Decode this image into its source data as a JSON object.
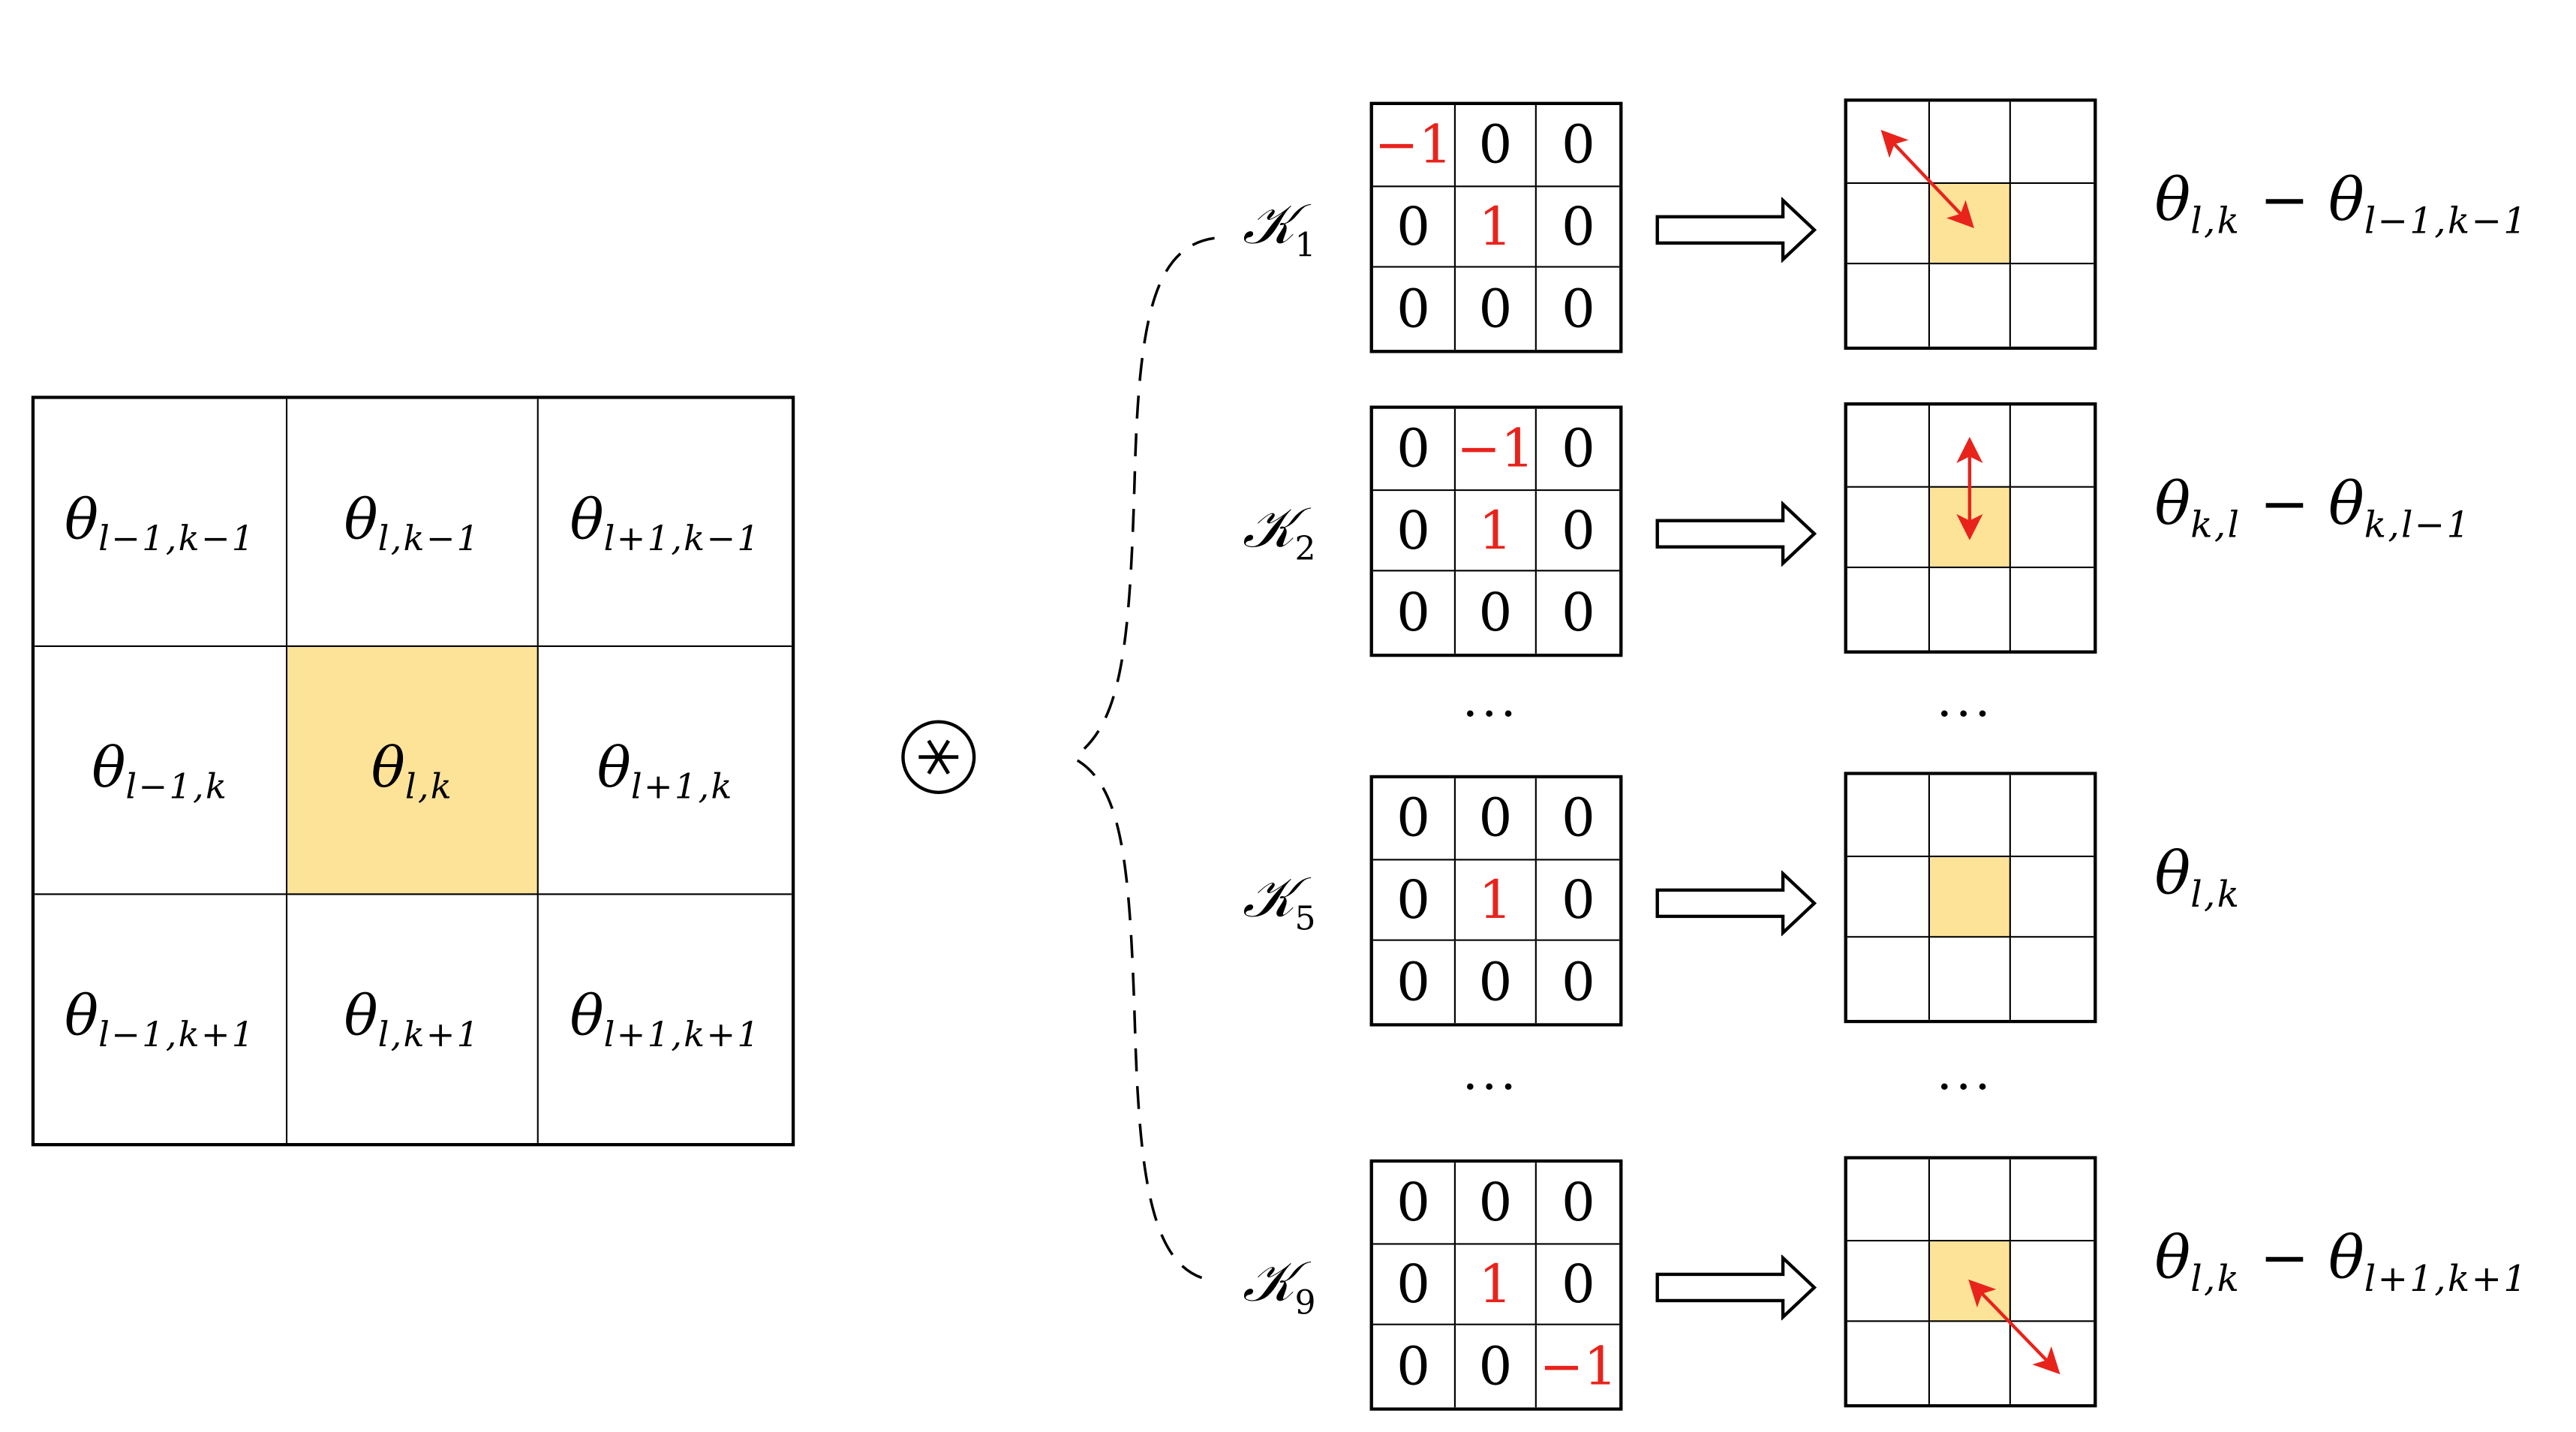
{
  "input_grid": {
    "highlight_color": "#fde398",
    "cells": [
      {
        "sym": "θ",
        "sub": "l−1,k−1",
        "highlight": false
      },
      {
        "sym": "θ",
        "sub": "l,k−1",
        "highlight": false
      },
      {
        "sym": "θ",
        "sub": "l+1,k−1",
        "highlight": false
      },
      {
        "sym": "θ",
        "sub": "l−1,k",
        "highlight": false
      },
      {
        "sym": "θ",
        "sub": "l,k",
        "highlight": true
      },
      {
        "sym": "θ",
        "sub": "l+1,k",
        "highlight": false
      },
      {
        "sym": "θ",
        "sub": "l−1,k+1",
        "highlight": false
      },
      {
        "sym": "θ",
        "sub": "l,k+1",
        "highlight": false
      },
      {
        "sym": "θ",
        "sub": "l+1,k+1",
        "highlight": false
      }
    ]
  },
  "operator": {
    "symbol": "∗",
    "name": "convolution"
  },
  "accent_color": "#e8231c",
  "ellipsis": "···",
  "kernels": [
    {
      "label": "𝒦",
      "index": "1",
      "values": [
        "−1",
        "0",
        "0",
        "0",
        "1",
        "0",
        "0",
        "0",
        "0"
      ],
      "red": [
        true,
        false,
        false,
        false,
        true,
        false,
        false,
        false,
        false
      ],
      "arrow": "diag-up-left",
      "result": {
        "sym1": "θ",
        "sub1": "l,k",
        "op": "−",
        "sym2": "θ",
        "sub2": "l−1,k−1"
      }
    },
    {
      "label": "𝒦",
      "index": "2",
      "values": [
        "0",
        "−1",
        "0",
        "0",
        "1",
        "0",
        "0",
        "0",
        "0"
      ],
      "red": [
        false,
        true,
        false,
        false,
        true,
        false,
        false,
        false,
        false
      ],
      "arrow": "vertical-up",
      "result": {
        "sym1": "θ",
        "sub1": "k,l",
        "op": "−",
        "sym2": "θ",
        "sub2": "k,l−1"
      }
    },
    {
      "label": "𝒦",
      "index": "5",
      "values": [
        "0",
        "0",
        "0",
        "0",
        "1",
        "0",
        "0",
        "0",
        "0"
      ],
      "red": [
        false,
        false,
        false,
        false,
        true,
        false,
        false,
        false,
        false
      ],
      "arrow": "none",
      "result": {
        "sym1": "θ",
        "sub1": "l,k",
        "op": "",
        "sym2": "",
        "sub2": ""
      }
    },
    {
      "label": "𝒦",
      "index": "9",
      "values": [
        "0",
        "0",
        "0",
        "0",
        "1",
        "0",
        "0",
        "0",
        "−1"
      ],
      "red": [
        false,
        false,
        false,
        false,
        true,
        false,
        false,
        false,
        true
      ],
      "arrow": "diag-down-right",
      "result": {
        "sym1": "θ",
        "sub1": "l,k",
        "op": "−",
        "sym2": "θ",
        "sub2": "l+1,k+1"
      }
    }
  ]
}
